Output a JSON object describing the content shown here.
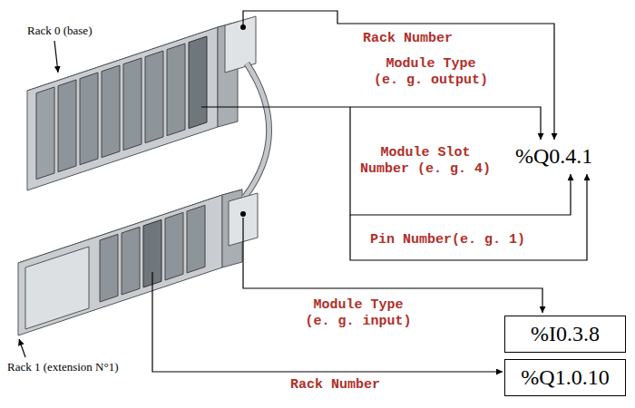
{
  "diagram": {
    "nodes": [
      {
        "text": [
          "%I0.3.8"
        ]
      },
      {
        "text": [
          "%Q1.0.10"
        ]
      }
    ],
    "labels": [
      "Rack 0 (base)",
      "Rack Number",
      "Module Type (e. g. output)",
      "Module Slot Number (e. g. 4)",
      "%Q0.4.1",
      "Pin Number(e. g. 1)",
      "Module Type (e. g. input)",
      "Rack 1 (extension N°1)",
      "Rack Number"
    ]
  }
}
